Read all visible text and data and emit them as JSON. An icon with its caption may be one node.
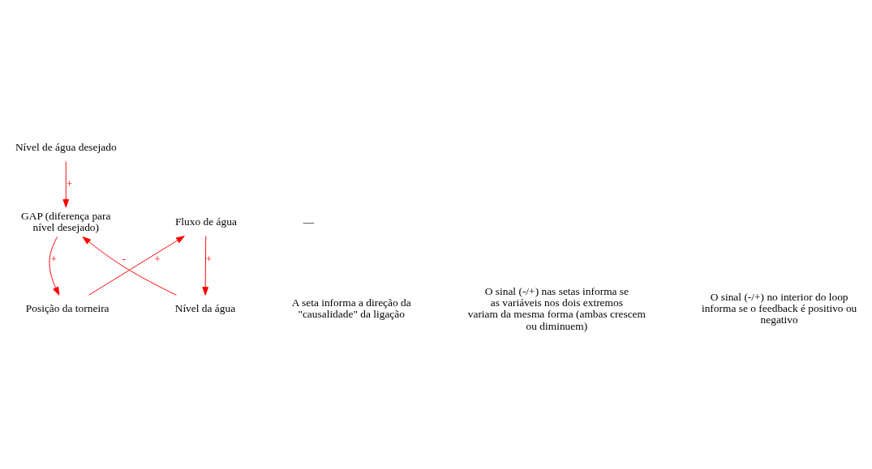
{
  "diagram": {
    "nodes": [
      {
        "text": [
          "Nível de água desejado"
        ]
      },
      {
        "text": [
          "GAP (diferença para nível desejado)"
        ]
      },
      {
        "text": [
          "Posição da torneira"
        ]
      },
      {
        "text": [
          "Fluxo de água"
        ]
      },
      {
        "text": [
          "Nível da água"
        ]
      }
    ],
    "edges": [
      {
        "from": 0,
        "to": 1,
        "arrow": "to",
        "label": "+"
      },
      {
        "from": 1,
        "to": 2,
        "arrow": "to",
        "label": "+"
      },
      {
        "from": 2,
        "to": 3,
        "arrow": "to",
        "label": "+"
      },
      {
        "from": 3,
        "to": 4,
        "arrow": "to",
        "label": "+"
      },
      {
        "from": 4,
        "to": 1,
        "arrow": "to",
        "label": "-"
      }
    ],
    "labels": [
      "A seta informa a direção da \"causalidade\" da ligação",
      "—",
      "O sinal (-/+) nas setas informa se as variáveis nos dois extremos variam da mesma forma (ambas crescem ou diminuem)",
      "O sinal (-/+) no interior do loop informa se o feedback é positivo ou negativo"
    ]
  }
}
